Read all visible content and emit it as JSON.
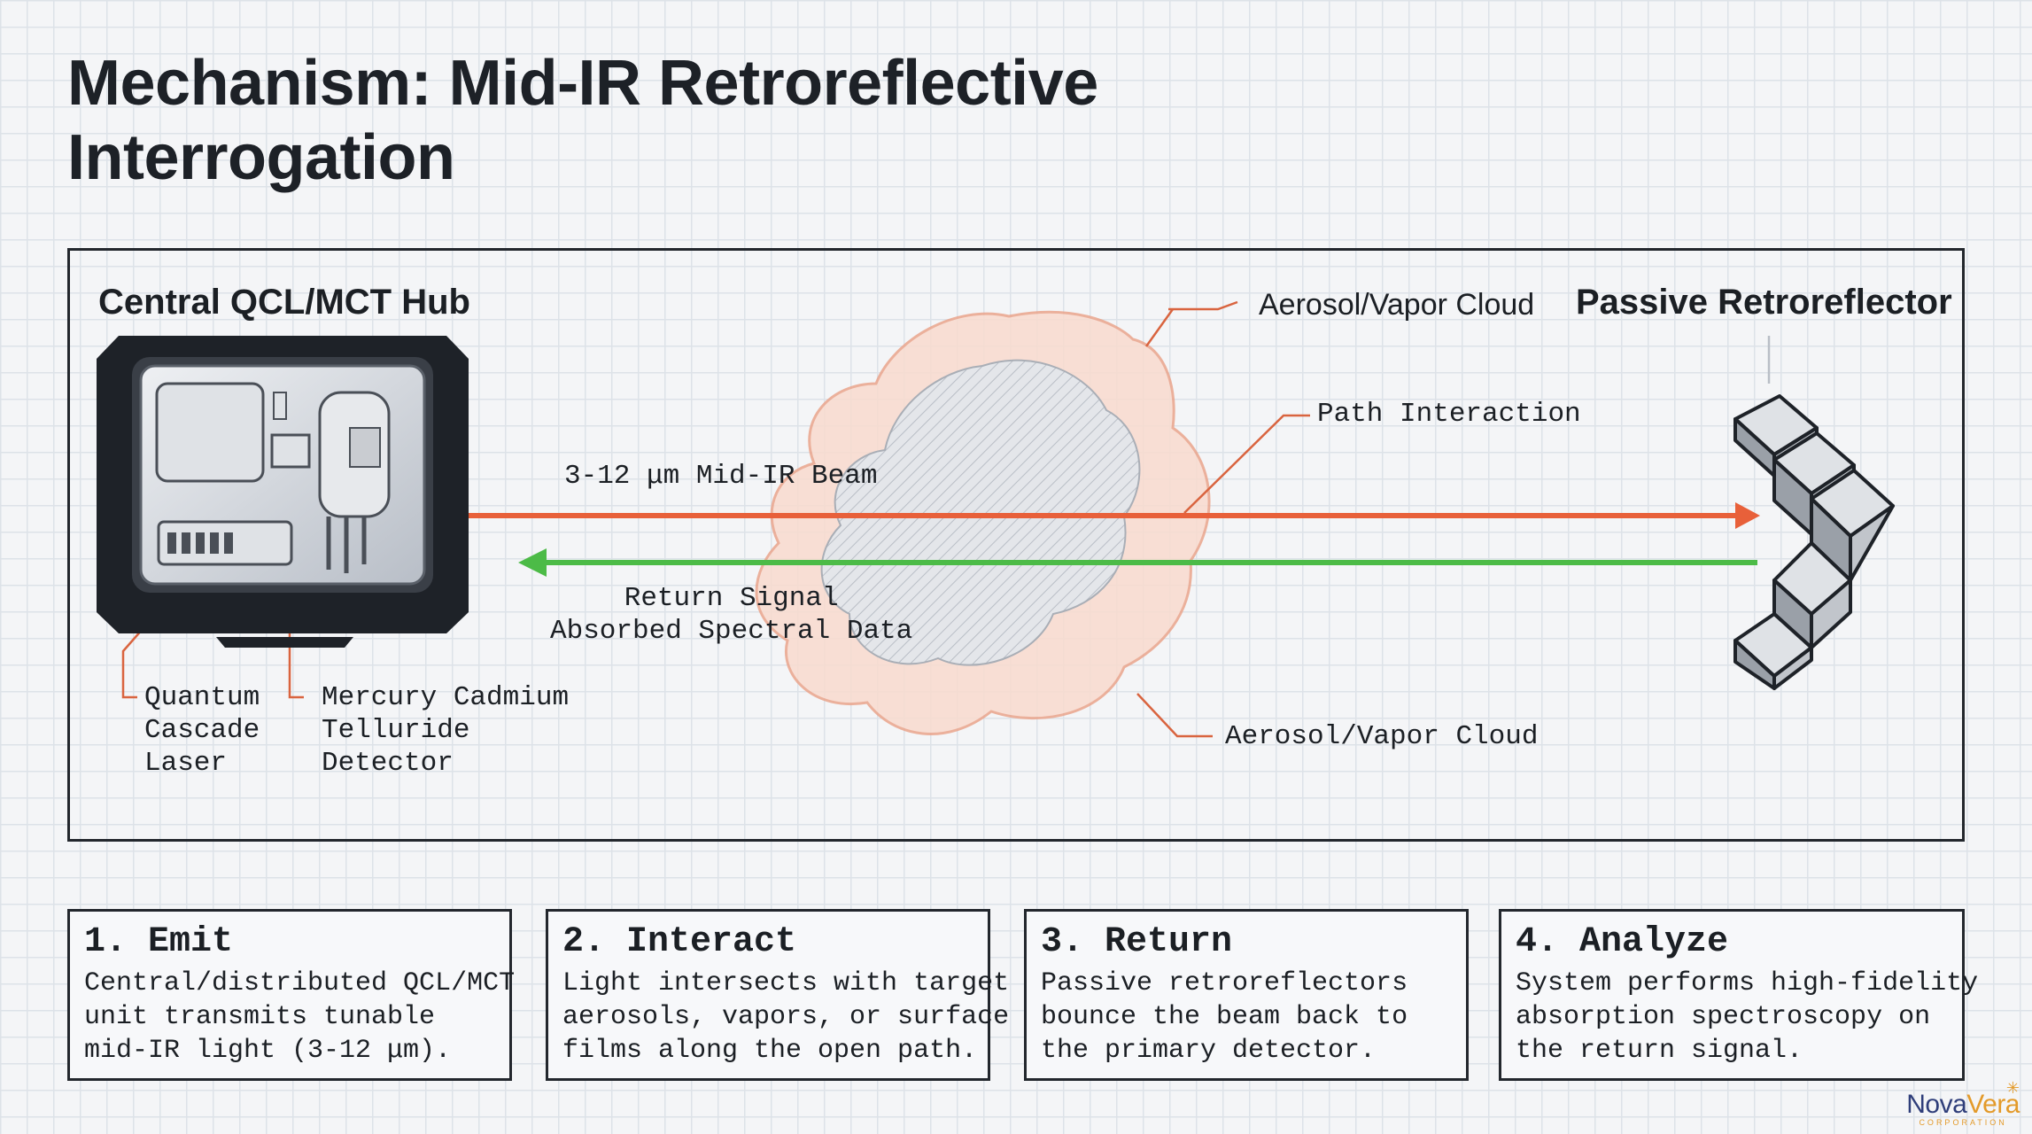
{
  "title": {
    "line1": "Mechanism: Mid-IR Retroreflective",
    "line2": "Interrogation"
  },
  "diagram": {
    "hub_label": "Central QCL/MCT Hub",
    "retroreflector_label": "Passive Retroreflector",
    "cloud_label_top": "Aerosol/Vapor Cloud",
    "cloud_label_bottom": "Aerosol/Vapor Cloud",
    "path_interaction_label": "Path Interaction",
    "beam_label": "3-12 μm Mid-IR Beam",
    "return_label": {
      "line1": "Return Signal",
      "line2": "Absorbed Spectral Data"
    },
    "laser_label": [
      "Quantum",
      "Cascade",
      "Laser"
    ],
    "detector_label": [
      "Mercury Cadmium",
      "Telluride",
      "Detector"
    ],
    "colors": {
      "emit_beam": "#e8603a",
      "return_beam": "#4cbb47",
      "cloud_fill": "#f9d9cc",
      "cloud_core": "#dcdfe4",
      "device_dark": "#1e2228"
    }
  },
  "steps": [
    {
      "title": "1. Emit",
      "lines": [
        "Central/distributed QCL/MCT",
        "unit transmits tunable",
        "mid-IR light (3-12 μm)."
      ]
    },
    {
      "title": "2. Interact",
      "lines": [
        "Light intersects with target",
        "aerosols, vapors, or surface",
        "films along the open path."
      ]
    },
    {
      "title": "3. Return",
      "lines": [
        "Passive retroreflectors",
        "bounce the beam back to",
        "the primary detector."
      ]
    },
    {
      "title": "4. Analyze",
      "lines": [
        "System performs high-fidelity",
        "absorption spectroscopy on",
        "the return signal."
      ]
    }
  ],
  "logo": {
    "name_part1": "Nova",
    "name_part2": "Vera",
    "subtitle": "CORPORATION",
    "icon": "sparkle-icon"
  }
}
